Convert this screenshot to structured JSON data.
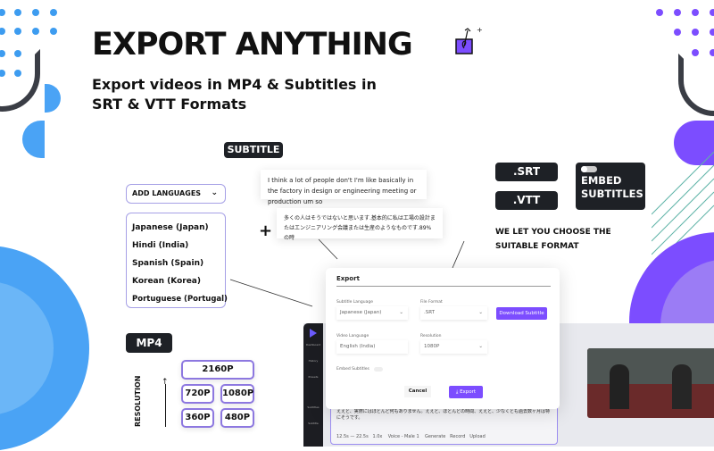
{
  "header": {
    "title": "EXPORT ANYTHING",
    "subtitle_line1": "Export videos in MP4 & Subtitles in",
    "subtitle_line2": "SRT & VTT Formats",
    "icon": "export-box-icon"
  },
  "subtitle_badge": "SUBTITLE",
  "languages": {
    "dropdown_label": "ADD  LANGUAGES",
    "items": [
      "Japanese (Japan)",
      "Hindi (India)",
      "Spanish (Spain)",
      "Korean (Korea)",
      "Portuguese  (Portugal)"
    ]
  },
  "subtitle_cards": {
    "english": "I think a lot of people don't I'm like basically in the factory in design or engineering meeting or production um so",
    "japanese": "多くの人はそうではないと思います.基本的に私は工場の設計またはエンジニアリング会議または生産のようなものです.89%の時"
  },
  "formats": {
    "srt": ".SRT",
    "vtt": ".VTT",
    "embed": "EMBED SUBTITLES",
    "caption": "WE LET YOU CHOOSE THE SUITABLE FORMAT"
  },
  "mp4": {
    "badge": "MP4",
    "axis_label": "RESOLUTION",
    "options": [
      "2160P",
      "720P",
      "1080P",
      "360P",
      "480P"
    ]
  },
  "modal": {
    "title": "Export",
    "subtitle_language_label": "Subtitle Language",
    "subtitle_language": "Japanese (Japan)",
    "file_format_label": "File Format",
    "file_format": ".SRT",
    "download_button": "Download Subtitle",
    "video_language_label": "Video Language",
    "video_language": "English (India)",
    "resolution_label": "Resolution",
    "resolution": "1080P",
    "embed_label": "Embed Subtitles",
    "cancel": "Cancel",
    "export": "Export"
  },
  "app": {
    "sidebar": [
      "Dashboard",
      "History",
      "Presets",
      "Subtitles",
      "Subtitle"
    ],
    "transcript": "ええと、実際にはほとんど何もありません。ええと、ほとんどの時間、ええと、少なくとも過去数ヶ月は特にそうです。",
    "start": "12.5s",
    "end": "22.5s",
    "speed": "1.0x",
    "voice": "Voice - Male 1",
    "generate": "Generate",
    "record": "Record",
    "upload": "Upload"
  },
  "colors": {
    "accent": "#7c4dff",
    "blue": "#4aa3f5",
    "dark": "#1e2126"
  }
}
